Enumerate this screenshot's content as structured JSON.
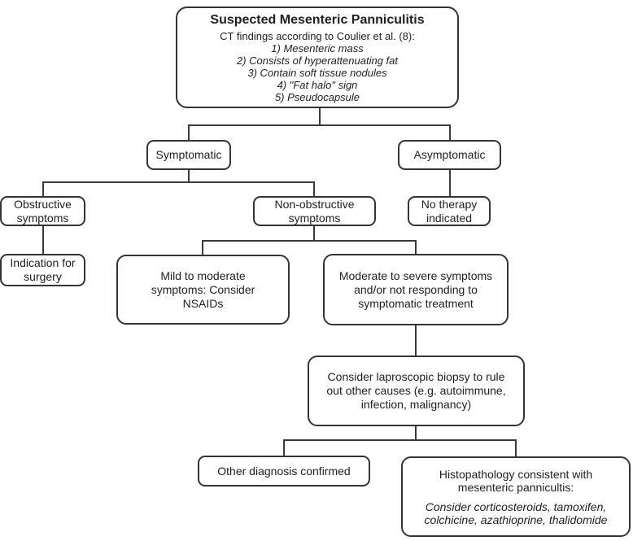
{
  "figure": {
    "background_color": "#ffffff",
    "box_border_color": "#343434",
    "connector_color": "#3b3b3b",
    "text_color": "#1f1f1f"
  },
  "nodes": {
    "suspected": {
      "title": "Suspected Mesenteric Panniculitis",
      "subtitle": "CT findings according to Coulier et al. (8):",
      "findings": [
        "1) Mesenteric mass",
        "2) Consists of hyperattenuating fat",
        "3) Contain soft tissue nodules",
        "4) \"Fat halo\" sign",
        "5) Pseudocapsule"
      ]
    },
    "symptomatic": {
      "label": "Symptomatic"
    },
    "asymptomatic": {
      "label": "Asymptomatic"
    },
    "obstructive": {
      "label": "Obstructive symptoms"
    },
    "non_obstructive": {
      "label": "Non-obstructive symptoms"
    },
    "no_therapy": {
      "label": "No therapy indicated"
    },
    "indication_surgery": {
      "label": "Indication for surgery"
    },
    "mild": {
      "label": "Mild to moderate symptoms: Consider NSAIDs"
    },
    "moderate": {
      "label": "Moderate to severe symptoms and/or not responding to symptomatic treatment"
    },
    "biopsy": {
      "label": "Consider laproscopic biopsy to rule out other causes (e.g. autoimmune, infection, malignancy)"
    },
    "other_diagnosis": {
      "label": "Other diagnosis confirmed"
    },
    "histopathology": {
      "label": "Histopathology consistent with mesenteric pannicultis:",
      "treatment": "Consider corticosteroids, tamoxifen, colchicine, azathioprine, thalidomide"
    }
  }
}
